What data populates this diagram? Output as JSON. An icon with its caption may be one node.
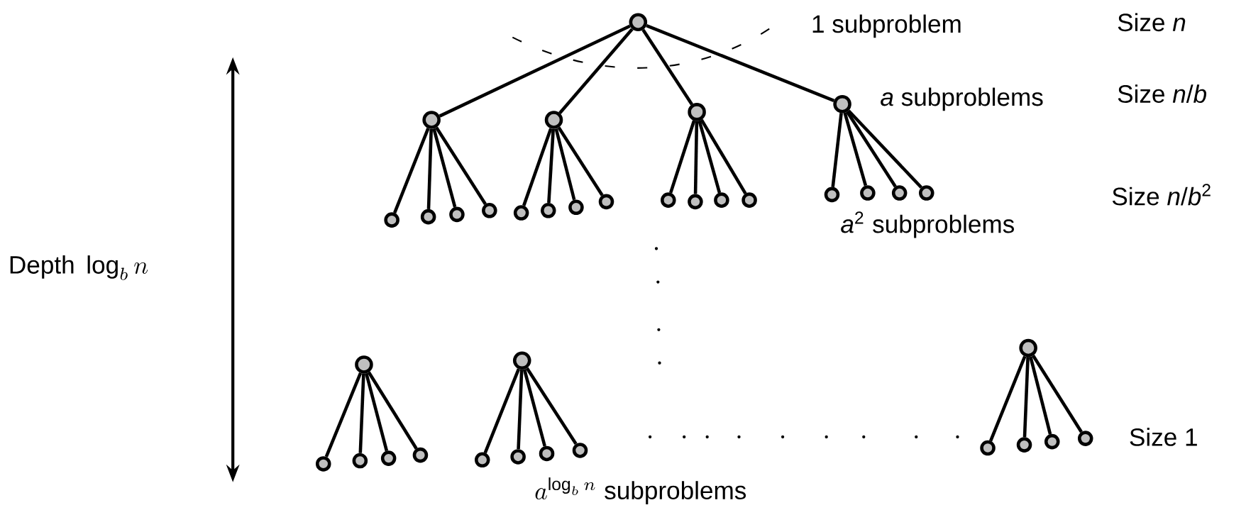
{
  "diagram": {
    "nodes": [
      {
        "text": [],
        "shape": "circle"
      },
      {
        "text": [],
        "shape": "circle"
      },
      {
        "text": [],
        "shape": "circle"
      },
      {
        "text": [],
        "shape": "circle"
      },
      {
        "text": [],
        "shape": "circle"
      },
      {
        "text": [],
        "shape": "circle"
      },
      {
        "text": [],
        "shape": "circle"
      },
      {
        "text": [],
        "shape": "circle"
      },
      {
        "text": [],
        "shape": "circle"
      },
      {
        "text": [],
        "shape": "circle"
      },
      {
        "text": [],
        "shape": "circle"
      },
      {
        "text": [],
        "shape": "circle"
      },
      {
        "text": [],
        "shape": "circle"
      },
      {
        "text": [],
        "shape": "circle"
      },
      {
        "text": [],
        "shape": "circle"
      },
      {
        "text": [],
        "shape": "circle"
      },
      {
        "text": [],
        "shape": "circle"
      },
      {
        "text": [],
        "shape": "circle"
      },
      {
        "text": [],
        "shape": "circle"
      },
      {
        "text": [],
        "shape": "circle"
      },
      {
        "text": [],
        "shape": "circle"
      },
      {
        "text": [],
        "shape": "circle"
      },
      {
        "text": [],
        "shape": "circle"
      },
      {
        "text": [],
        "shape": "circle"
      },
      {
        "text": [],
        "shape": "circle"
      },
      {
        "text": [],
        "shape": "circle"
      },
      {
        "text": [],
        "shape": "circle"
      },
      {
        "text": [],
        "shape": "circle"
      },
      {
        "text": [],
        "shape": "circle"
      },
      {
        "text": [],
        "shape": "circle"
      },
      {
        "text": [],
        "shape": "circle"
      },
      {
        "text": [],
        "shape": "circle"
      },
      {
        "text": [],
        "shape": "circle"
      },
      {
        "text": [],
        "shape": "circle"
      },
      {
        "text": [],
        "shape": "circle"
      },
      {
        "text": [],
        "shape": "circle"
      }
    ],
    "edges": [
      {
        "from": 0,
        "to": 1,
        "arrow": "none"
      },
      {
        "from": 0,
        "to": 2,
        "arrow": "none"
      },
      {
        "from": 0,
        "to": 3,
        "arrow": "none"
      },
      {
        "from": 0,
        "to": 4,
        "arrow": "none"
      },
      {
        "from": 1,
        "to": 5,
        "arrow": "none"
      },
      {
        "from": 1,
        "to": 6,
        "arrow": "none"
      },
      {
        "from": 1,
        "to": 7,
        "arrow": "none"
      },
      {
        "from": 1,
        "to": 8,
        "arrow": "none"
      },
      {
        "from": 2,
        "to": 9,
        "arrow": "none"
      },
      {
        "from": 2,
        "to": 10,
        "arrow": "none"
      },
      {
        "from": 2,
        "to": 11,
        "arrow": "none"
      },
      {
        "from": 2,
        "to": 12,
        "arrow": "none"
      },
      {
        "from": 3,
        "to": 13,
        "arrow": "none"
      },
      {
        "from": 3,
        "to": 14,
        "arrow": "none"
      },
      {
        "from": 3,
        "to": 15,
        "arrow": "none"
      },
      {
        "from": 3,
        "to": 16,
        "arrow": "none"
      },
      {
        "from": 4,
        "to": 17,
        "arrow": "none"
      },
      {
        "from": 4,
        "to": 18,
        "arrow": "none"
      },
      {
        "from": 4,
        "to": 19,
        "arrow": "none"
      },
      {
        "from": 4,
        "to": 20,
        "arrow": "none"
      },
      {
        "from": 21,
        "to": 24,
        "arrow": "none"
      },
      {
        "from": 21,
        "to": 25,
        "arrow": "none"
      },
      {
        "from": 21,
        "to": 26,
        "arrow": "none"
      },
      {
        "from": 21,
        "to": 27,
        "arrow": "none"
      },
      {
        "from": 22,
        "to": 28,
        "arrow": "none"
      },
      {
        "from": 22,
        "to": 29,
        "arrow": "none"
      },
      {
        "from": 22,
        "to": 30,
        "arrow": "none"
      },
      {
        "from": 22,
        "to": 31,
        "arrow": "none"
      },
      {
        "from": 23,
        "to": 32,
        "arrow": "none"
      },
      {
        "from": 23,
        "to": 33,
        "arrow": "none"
      },
      {
        "from": 23,
        "to": 34,
        "arrow": "none"
      },
      {
        "from": 23,
        "to": 35,
        "arrow": "none"
      }
    ],
    "labels": [
      "1 subproblem",
      "Size *n*",
      "*a* subproblems",
      "Size *n*/*b*",
      "Size *n*/*b*$^{2}$",
      "*a*$^{2}$ subproblems",
      "\\mbox{Depth }\\log_b n",
      "Size 1",
      "a^{\\log_b n}\\mbox{ subproblems}"
    ]
  }
}
